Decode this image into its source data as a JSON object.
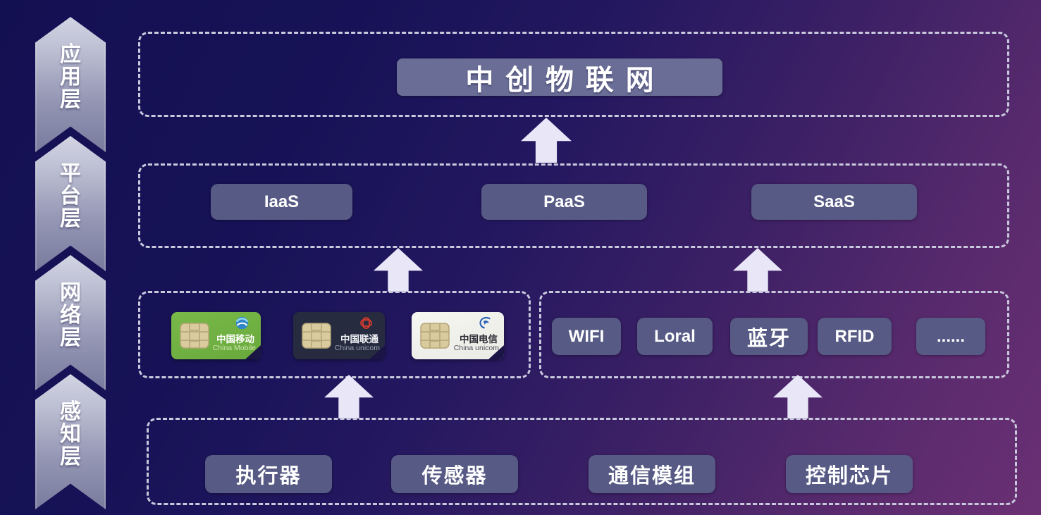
{
  "layers": [
    {
      "label": "应用层"
    },
    {
      "label": "平台层"
    },
    {
      "label": "网络层"
    },
    {
      "label": "感知层"
    }
  ],
  "application_layer": {
    "title": "中创物联网"
  },
  "platform_layer": {
    "items": [
      "IaaS",
      "PaaS",
      "SaaS"
    ]
  },
  "network_layer": {
    "sim_cards": [
      {
        "name": "中国移动",
        "subtitle": "China Mobile",
        "carrier": "china-mobile"
      },
      {
        "name": "中国联通",
        "subtitle": "China unicom",
        "carrier": "china-unicom"
      },
      {
        "name": "中国电信",
        "subtitle": "China unicom",
        "carrier": "china-telecom"
      }
    ],
    "protocols": [
      "WIFI",
      "Loral",
      "蓝牙",
      "RFID",
      "......"
    ]
  },
  "perception_layer": {
    "items": [
      "执行器",
      "传感器",
      "通信模组",
      "控制芯片"
    ]
  },
  "colors": {
    "background_top": "#131052",
    "background_bottom": "#6b3074",
    "dashed_border": "#c9c9de",
    "pill_fill": "#565a84",
    "title_pill_fill": "#6a6e96",
    "chevron_light": "#d3d5e4",
    "chevron_dark": "#797b9e",
    "arrow": "#e9e6f8",
    "text": "#ffffff",
    "card_mobile_green": "#6fae43",
    "card_unicom_dark": "#262b3f",
    "card_telecom_white": "#f3f3ef"
  }
}
